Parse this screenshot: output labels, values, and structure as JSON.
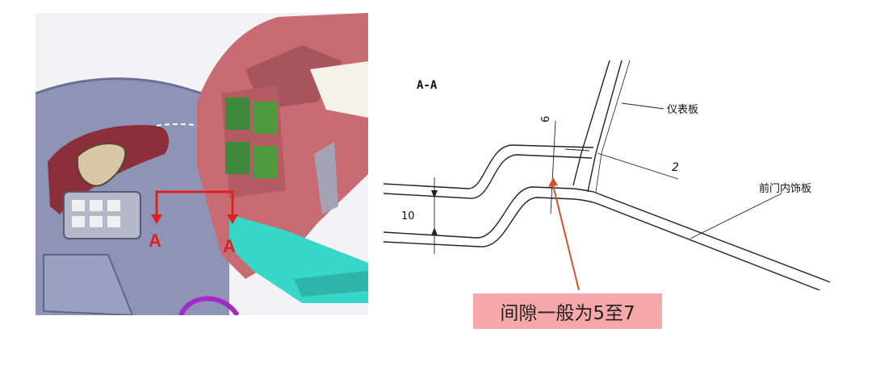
{
  "section_marker": {
    "left": "A",
    "right": "A"
  },
  "section_title": "A-A",
  "dimensions": {
    "top_gap": "6",
    "side_gap": "2",
    "left_thickness": "10"
  },
  "part_labels": {
    "instrument_panel": "仪表板",
    "front_door_trim": "前门内饰板"
  },
  "callout": "间隙一般为5至7",
  "colors": {
    "door_trim": "#8d94b5",
    "dashboard": "#c96b72",
    "accent_red": "#e02020",
    "callout_bg": "#f7a8a8",
    "callout_arrow": "#d0562a"
  }
}
